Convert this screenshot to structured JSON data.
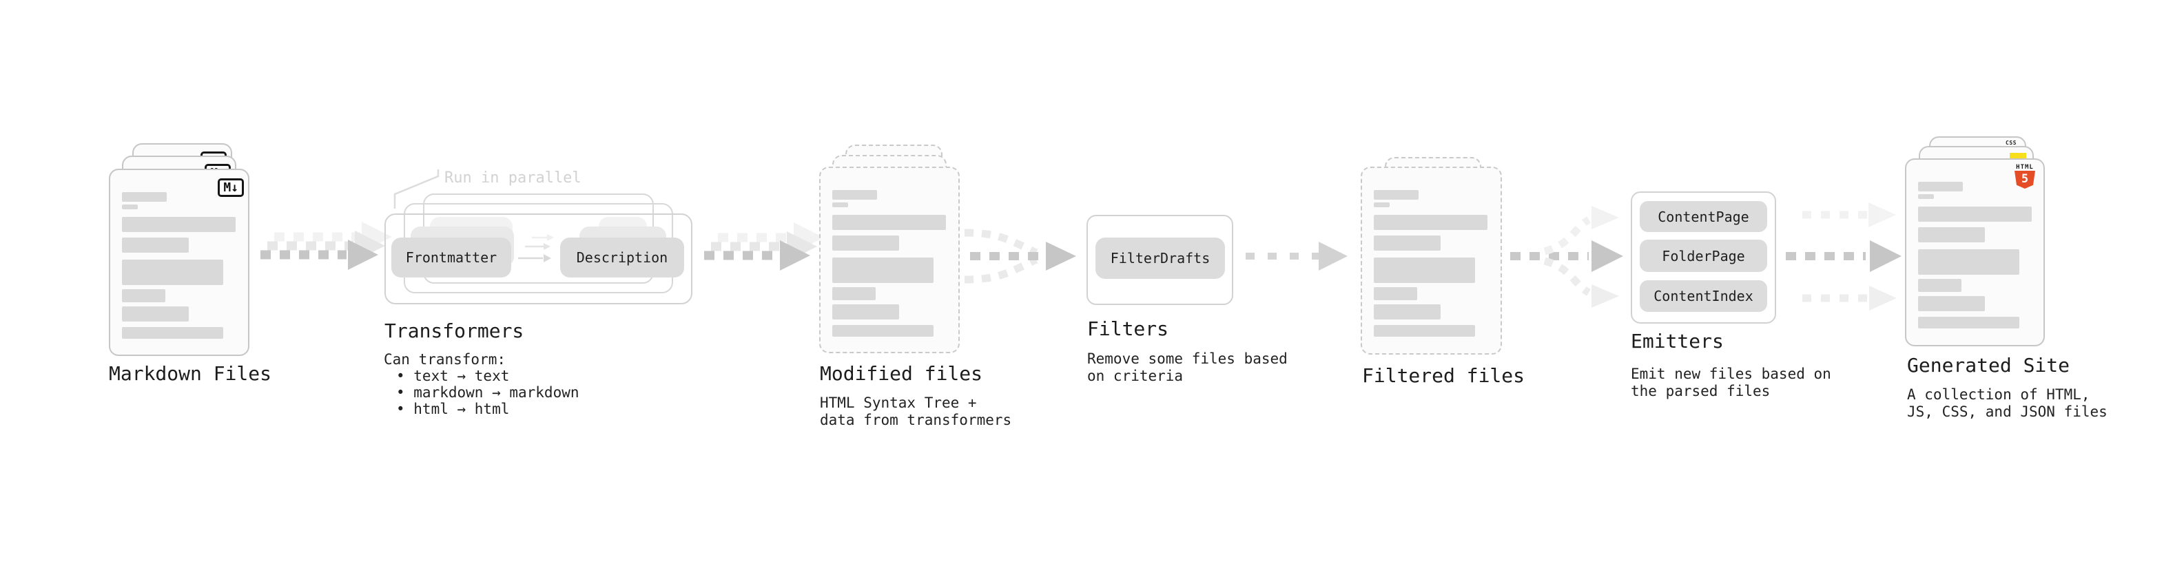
{
  "diagram": {
    "stages": {
      "markdown_files": {
        "label": "Markdown Files"
      },
      "transformers": {
        "label": "Transformers",
        "note": "Run in parallel",
        "pills": {
          "frontmatter": "Frontmatter",
          "description": "Description"
        },
        "description_lines": [
          "Can transform:",
          "• text → text",
          "• markdown → markdown",
          "• html → html"
        ]
      },
      "modified_files": {
        "label": "Modified files",
        "description_lines": [
          "HTML Syntax Tree +",
          "data from transformers"
        ]
      },
      "filters": {
        "label": "Filters",
        "pills": {
          "filter_drafts": "FilterDrafts"
        },
        "description_lines": [
          "Remove some files based",
          "on criteria"
        ]
      },
      "filtered_files": {
        "label": "Filtered files"
      },
      "emitters": {
        "label": "Emitters",
        "pills": {
          "content_page": "ContentPage",
          "folder_page": "FolderPage",
          "content_index": "ContentIndex"
        },
        "description_lines": [
          "Emit new files based on",
          "the parsed files"
        ]
      },
      "generated_site": {
        "label": "Generated Site",
        "description_lines": [
          "A collection of HTML,",
          "JS, CSS, and JSON files"
        ]
      }
    },
    "badges": {
      "markdown": "M↓",
      "html5_label": "HTML",
      "html5_number": "5",
      "css_label": "CSS"
    },
    "colors": {
      "arrow_front": "#c6c6c6",
      "arrow_ghost": "#e7e7e7",
      "arrow_faint": "#f2f2f2",
      "card_border": "#c6c6c6",
      "bar_fill": "#d9d9d9",
      "pill_fill": "#dcdcdc",
      "note_gray": "#d2d2d2",
      "html5_orange": "#e44d26",
      "js_yellow": "#f7df1e",
      "css_blue": "#2760e6"
    }
  }
}
